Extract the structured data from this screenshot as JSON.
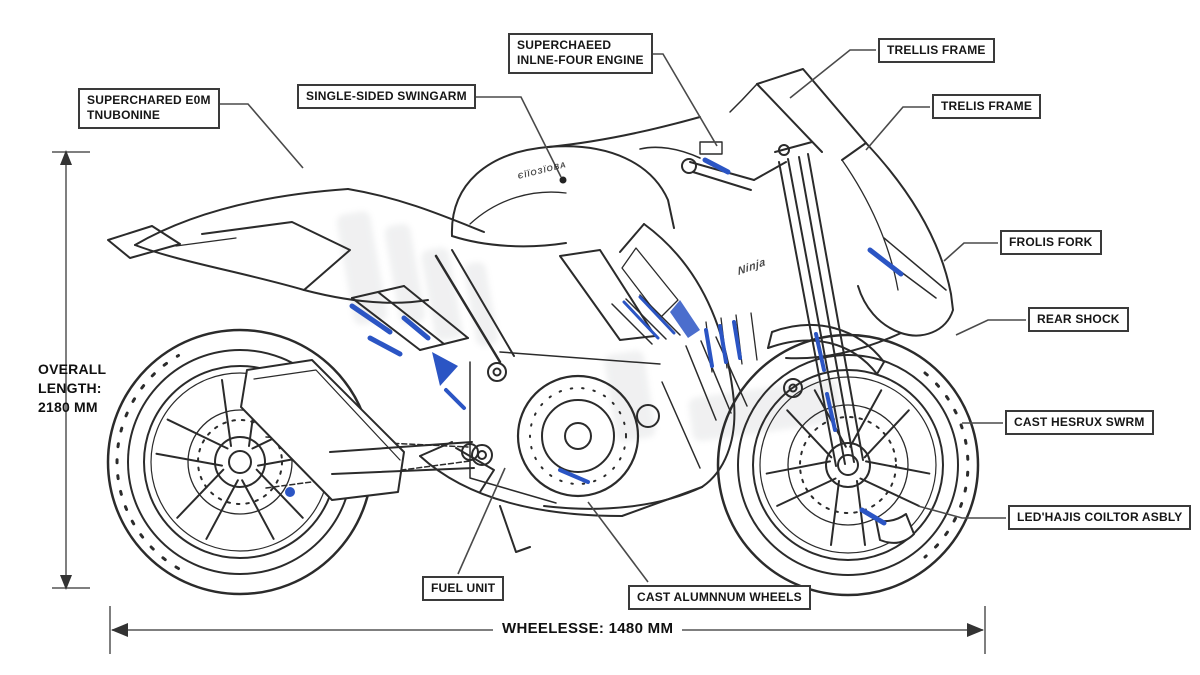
{
  "diagram": {
    "callouts": {
      "supercharger_left": {
        "lines": [
          "SUPERCHARED E0M",
          "TNUBONINE"
        ]
      },
      "swingarm": {
        "label": "SINGLE-SIDED SWINGARM"
      },
      "engine_top": {
        "lines": [
          "SUPERCHAEED",
          "INLNE-FOUR ENGINE"
        ]
      },
      "trellis_top": {
        "label": "TRELLIS FRAME"
      },
      "trellis_mid": {
        "label": "TRELIS FRAME"
      },
      "front_fork": {
        "label": "FROLIS FORK"
      },
      "rear_shock": {
        "label": "REAR SHOCK"
      },
      "cast_swingarm": {
        "label": "CAST HESRUX SWRM"
      },
      "headlight_assembly": {
        "label": "LED'HAJIS COILTOR ASBLY"
      },
      "fuel_unit": {
        "label": "FUEL UNIT"
      },
      "cast_wheels": {
        "label": "CAST ALUMNNUM WHEELS"
      }
    },
    "dimensions": {
      "overall_length": {
        "lines": [
          "OVERALL",
          "LENGTH:",
          "2180 MM"
        ]
      },
      "wheelbase": {
        "label": "WHEELESSE: 1480 MM"
      }
    },
    "bike_markings": {
      "tank_logo": "ЄЇЇОЗЇОВА",
      "fairing_logo": "Ninja"
    },
    "colors": {
      "line": "#2b2b2b",
      "accent_blue": "#2b55c4",
      "leader": "#4a4a4a"
    }
  }
}
